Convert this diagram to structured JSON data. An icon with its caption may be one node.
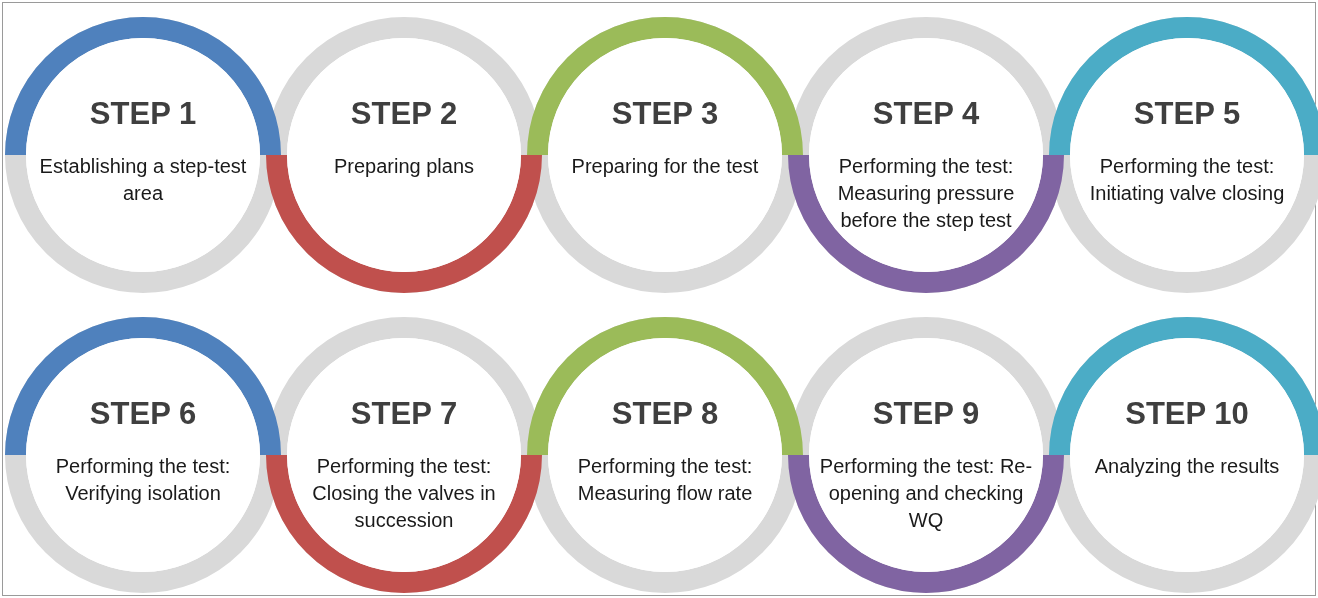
{
  "diagram": {
    "nodes": [
      {
        "text": [
          "STEP 1",
          "Establishing a step-test area"
        ]
      },
      {
        "text": [
          "STEP 2",
          "Preparing plans"
        ]
      },
      {
        "text": [
          "STEP 3",
          "Preparing for the test"
        ]
      },
      {
        "text": [
          "STEP 4",
          "Performing the test: Measuring pressure before the step test"
        ]
      },
      {
        "text": [
          "STEP 5",
          "Performing the test: Initiating valve closing"
        ]
      },
      {
        "text": [
          "STEP 6",
          "Performing the test: Verifying isolation"
        ]
      },
      {
        "text": [
          "STEP 7",
          "Performing the test: Closing the valves in succession"
        ]
      },
      {
        "text": [
          "STEP 8",
          "Performing the test: Measuring flow rate"
        ]
      },
      {
        "text": [
          "STEP 9",
          "Performing the test: Re-opening and checking WQ"
        ]
      },
      {
        "text": [
          "STEP 10",
          "Analyzing the results"
        ]
      }
    ],
    "edges": []
  }
}
